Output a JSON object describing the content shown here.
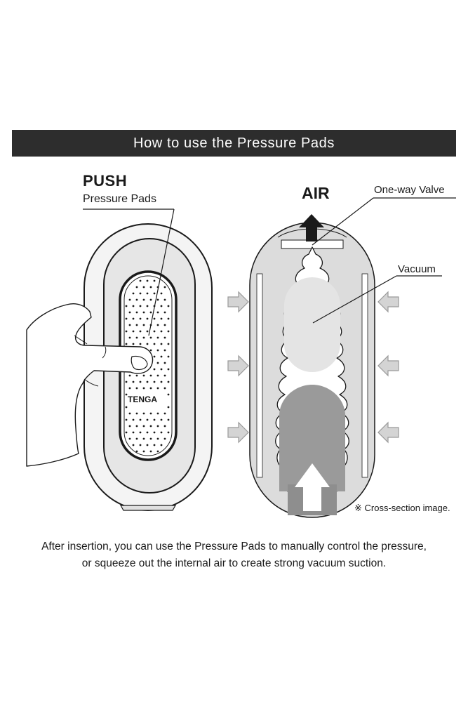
{
  "header": {
    "title": "How to use the Pressure Pads"
  },
  "device": {
    "push_label": "PUSH",
    "pads_label": "Pressure Pads",
    "logo_text": "TENGA"
  },
  "cross_section": {
    "air_label": "AIR",
    "valve_label": "One-way Valve",
    "vacuum_label": "Vacuum",
    "note": "※ Cross-section image."
  },
  "caption": {
    "line1": "After insertion, you can use the Pressure Pads to manually control the pressure,",
    "line2": "or squeeze out the internal air to create strong vacuum suction."
  },
  "colors": {
    "header_bg": "#2d2d2d",
    "header_text": "#ffffff",
    "device_fill": "#e6e6e6",
    "section_fill": "#d8d8d8",
    "vacuum_fill": "#ececec",
    "inner_fill": "#9a9a9a",
    "arrow_fill": "#d4d4d4"
  }
}
